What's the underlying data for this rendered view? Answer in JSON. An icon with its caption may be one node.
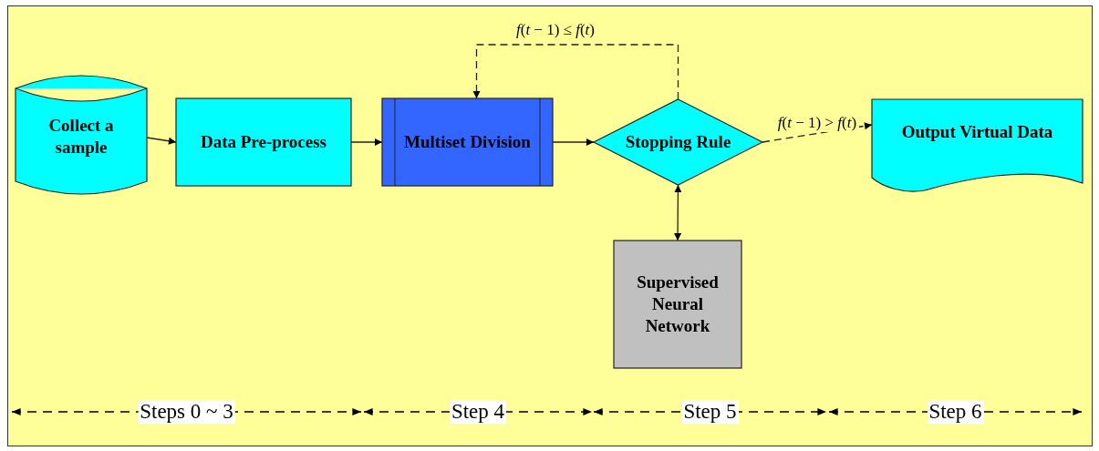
{
  "diagram": {
    "nodes": [
      {
        "text": [
          "Collect a sample"
        ]
      },
      {
        "text": [
          "Data Pre-process"
        ]
      },
      {
        "text": [
          "Multiset Division"
        ]
      },
      {
        "text": [
          "Stopping Rule"
        ]
      },
      {
        "text": [
          "Output Virtual Data"
        ]
      },
      {
        "text": [
          "Supervised Neural Network"
        ]
      }
    ],
    "edges": [
      {
        "from": 0,
        "to": 1,
        "arrow": "to"
      },
      {
        "from": 1,
        "to": 2,
        "arrow": "to"
      },
      {
        "from": 2,
        "to": 3,
        "arrow": "to"
      },
      {
        "from": 3,
        "to": 2,
        "arrow": "to",
        "style": "dashed",
        "label": "*f*(*t* − 1) ≤ *f*(*t*)"
      },
      {
        "from": 3,
        "to": 4,
        "arrow": "to",
        "style": "dashed",
        "label": "*f*(*t* − 1) > *f*(*t*)"
      },
      {
        "from": 3,
        "to": 5,
        "arrow": "both"
      }
    ],
    "labels": [
      "Steps 0 ~ 3",
      "Step 4",
      "Step 5",
      "Step 6"
    ]
  }
}
